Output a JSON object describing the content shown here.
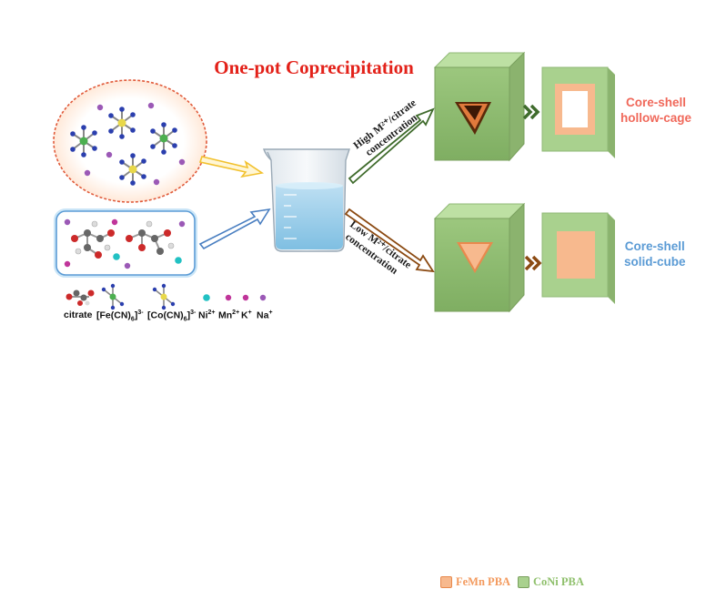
{
  "title": "One-pot Coprecipitation",
  "arrows": {
    "high": {
      "line1": "High M²⁺/citrate",
      "line2": "concentration"
    },
    "low": {
      "line1": "Low M²⁺/citrate",
      "line2": "concentration"
    }
  },
  "legend": {
    "fenmn": {
      "label": "FeMn PBA",
      "color": "#f7b98e"
    },
    "coni": {
      "label": "CoNi PBA",
      "color": "#a9d18e"
    }
  },
  "products": {
    "hollow": {
      "line1": "Core-shell",
      "line2": "hollow-cage",
      "color": "#f0685a"
    },
    "solid": {
      "line1": "Core-shell",
      "line2": "solid-cube",
      "color": "#5b9bd5"
    }
  },
  "key": {
    "citrate": "citrate",
    "fe_base": "[Fe(CN)",
    "fe_sub": "6",
    "fe_end": "]",
    "fe_sup": "3-",
    "co_base": "[Co(CN)",
    "co_sub": "6",
    "co_end": "]",
    "co_sup": "3-",
    "ni_base": "Ni",
    "ni_sup": "2+",
    "mn_base": "Mn",
    "mn_sup": "2+",
    "k_base": "K",
    "k_sup": "+",
    "na_base": "Na",
    "na_sup": "+"
  },
  "colors": {
    "title": "#e32119",
    "shell_green": "#a9d18e",
    "core_orange": "#f7b98e",
    "high_arrow": "#3f6b2c",
    "low_arrow": "#8b4a12",
    "yellow_arrow": "#f2c12e",
    "blue_arrow": "#4a7fc1",
    "oval_border": "#e05a3a",
    "box_border": "#5b9bd5"
  }
}
